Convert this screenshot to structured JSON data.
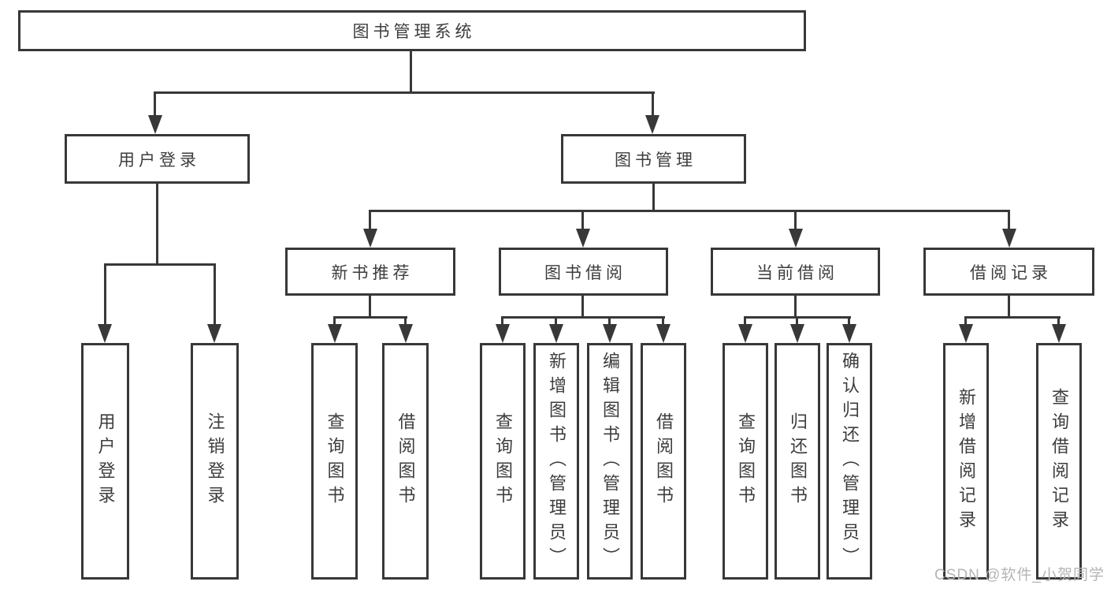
{
  "diagram": {
    "title": "图书管理系统",
    "watermark": "CSDN @软件_小贺同学",
    "colors": {
      "line": "#383838",
      "text": "#3d3d3d",
      "background": "#ffffff",
      "watermark": "#b5b5b5"
    },
    "branches": [
      {
        "label": "用户登录",
        "children": [
          "用户登录",
          "注销登录"
        ]
      },
      {
        "label": "图书管理",
        "groups": [
          {
            "label": "新书推荐",
            "children": [
              "查询图书",
              "借阅图书"
            ]
          },
          {
            "label": "图书借阅",
            "children": [
              "查询图书",
              "新增图书（管理员）",
              "编辑图书（管理员）",
              "借阅图书"
            ]
          },
          {
            "label": "当前借阅",
            "children": [
              "查询图书",
              "归还图书",
              "确认归还（管理员）"
            ]
          },
          {
            "label": "借阅记录",
            "children": [
              "新增借阅记录",
              "查询借阅记录"
            ]
          }
        ]
      }
    ]
  }
}
